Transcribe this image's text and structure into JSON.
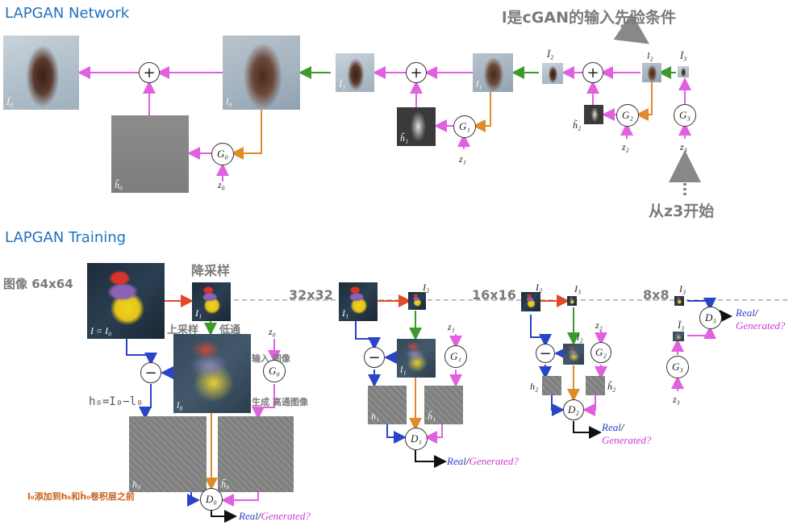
{
  "network": {
    "title": "LAPGAN Network",
    "annotation_top": "l是cGAN的输入先验条件",
    "annotation_start": "从z3开始",
    "labels": {
      "I0": "Ĩ₀",
      "l0": "l₀",
      "h0": "h̃₀",
      "z0": "z₀",
      "G0": "G₀",
      "I1": "Ĩ₁",
      "l1": "l₁",
      "h1": "h̃₁",
      "z1": "z₁",
      "G1": "G₁",
      "I2": "Ĩ₂",
      "l2": "l₂",
      "h2": "h̃₂",
      "z2": "z₂",
      "G2": "G₂",
      "I3": "Ĩ₃",
      "z3": "z₃",
      "G3": "G₃",
      "plus": "+"
    }
  },
  "training": {
    "title": "LAPGAN Training",
    "annot_image": "图像 64x64",
    "annot_downsample": "降采样",
    "annot_upsample": "上采样",
    "annot_lowpass": "低通",
    "annot_input_image": "输入 图像",
    "annot_generate": "生成 高通图像",
    "annot_h0": "h₀=I₀−l₀",
    "annot_concat": "l₀添加到h₀和h̃₀卷积层之前",
    "size_32": "32x32",
    "size_16": "16x16",
    "size_8": "8x8",
    "real": "Real",
    "slash": "/",
    "generated": "Generated?",
    "labels": {
      "I_eq_I0": "I = I₀",
      "I1": "I₁",
      "I2": "I₂",
      "I3": "I₃",
      "l0": "l₀",
      "l1": "l₁",
      "l2": "l₂",
      "h0": "h₀",
      "h0t": "h̃₀",
      "h1": "h₁",
      "h1t": "h̃₁",
      "h2": "h₂",
      "h2t": "h̃₂",
      "I3t": "Ĩ₃",
      "z0": "z₀",
      "z1": "z₁",
      "z2": "z₂",
      "z3": "z₃",
      "G0": "G₀",
      "G1": "G₁",
      "G2": "G₂",
      "G3": "G₃",
      "D0": "D₀",
      "D1": "D₁",
      "D2": "D₂",
      "D3": "D₃",
      "minus": "−"
    }
  },
  "colors": {
    "title": "#1e73be",
    "magenta": "#e060e0",
    "green": "#3c9a2c",
    "orange": "#e08a2a",
    "blue": "#2a44c8",
    "red": "#e04a2a",
    "annotation_gray": "#7a7a7a",
    "dashed_gray": "#bdbdbd"
  }
}
